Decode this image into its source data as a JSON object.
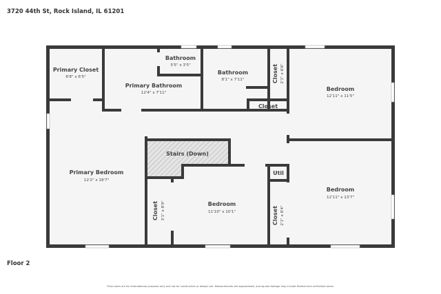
{
  "header": {
    "address": "3720 44th St, Rock Island, IL 61201"
  },
  "floor_label": "Floor 2",
  "disclaimer": "Floor plans are for informational purposes only and not for construction or design use. Measurements are approximate, and square footage may include finished and unfinished areas.",
  "rooms": {
    "primary_closet": {
      "name": "Primary Closet",
      "dims": "6'8\" x 6'5\""
    },
    "bathroom_small": {
      "name": "Bathroom",
      "dims": "5'5\" x 3'5\""
    },
    "primary_bathroom": {
      "name": "Primary Bathroom",
      "dims": "12'4\" x 7'11\""
    },
    "bathroom": {
      "name": "Bathroom",
      "dims": "8'1\" x 7'11\""
    },
    "closet_top": {
      "name": "Closet",
      "dims": "2'1\" x 6'6\""
    },
    "closet_small": {
      "name": "Closet"
    },
    "bedroom_ne": {
      "name": "Bedroom",
      "dims": "12'11\" x 11'5\""
    },
    "primary_bedroom": {
      "name": "Primary Bedroom",
      "dims": "12'2\" x 18'7\""
    },
    "stairs": {
      "name": "Stairs (Down)"
    },
    "util": {
      "name": "Util"
    },
    "closet_left": {
      "name": "Closet",
      "dims": "3'1\" x 8'9\""
    },
    "bedroom_mid": {
      "name": "Bedroom",
      "dims": "11'10\" x 10'1\""
    },
    "closet_right": {
      "name": "Closet",
      "dims": "2'1\" x 8'4\""
    },
    "bedroom_se": {
      "name": "Bedroom",
      "dims": "12'11\" x 13'7\""
    }
  },
  "colors": {
    "floor": "#f5f5f5",
    "wall": "#3a3a3a"
  }
}
